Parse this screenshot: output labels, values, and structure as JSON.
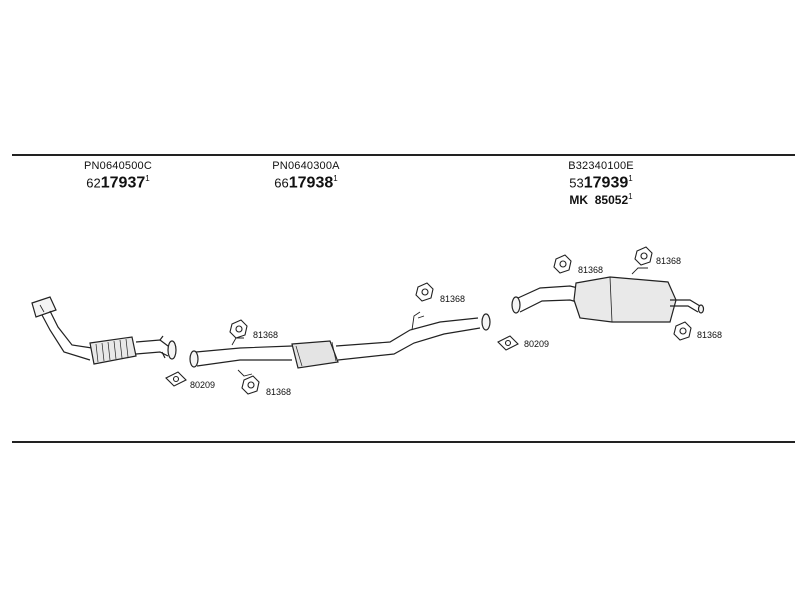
{
  "parts": [
    {
      "pn": "PN0640500C",
      "code_prefix": "62",
      "code_main": "17937",
      "code_sup": "1"
    },
    {
      "pn": "PN0640300A",
      "code_prefix": "66",
      "code_main": "17938",
      "code_sup": "1"
    },
    {
      "pn": "B32340100E",
      "code_prefix": "53",
      "code_main": "17939",
      "code_sup": "1",
      "extra_prefix": "MK",
      "extra_code": "85052",
      "extra_sup": "1"
    }
  ],
  "callouts": {
    "hanger": "81368",
    "gasket": "80209"
  },
  "hanger_callouts": [
    {
      "id": "h1",
      "text": "81368"
    },
    {
      "id": "h2",
      "text": "81368"
    },
    {
      "id": "h3",
      "text": "81368"
    },
    {
      "id": "h4",
      "text": "81368"
    },
    {
      "id": "h5",
      "text": "81368"
    },
    {
      "id": "h6",
      "text": "81368"
    }
  ],
  "gasket_callouts": [
    {
      "id": "g1",
      "text": "80209"
    },
    {
      "id": "g2",
      "text": "80209"
    }
  ]
}
